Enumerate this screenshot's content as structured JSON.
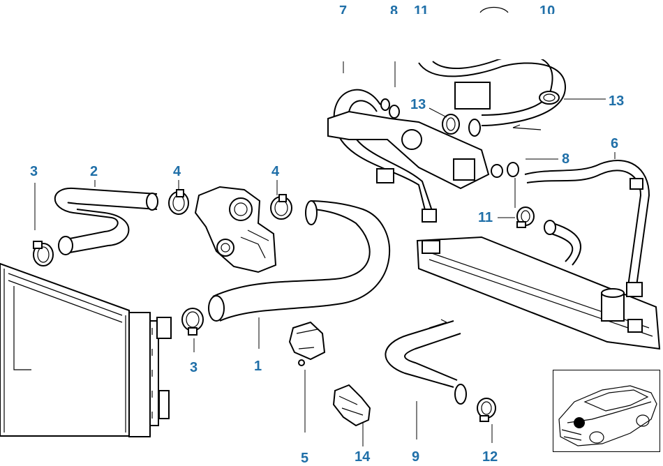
{
  "diagram": {
    "labels": {
      "l1": "1",
      "l2": "2",
      "l3a": "3",
      "l3b": "3",
      "l4a": "4",
      "l4b": "4",
      "l5": "5",
      "l6": "6",
      "l7": "7",
      "l8a": "8",
      "l8b": "8",
      "l9": "9",
      "l10": "10",
      "l11a": "11",
      "l11b": "11",
      "l12": "12",
      "l13a": "13",
      "l13b": "13",
      "l14": "14"
    },
    "colors": {
      "label": "#1f6fa8",
      "line": "#000000",
      "background": "#ffffff"
    }
  }
}
